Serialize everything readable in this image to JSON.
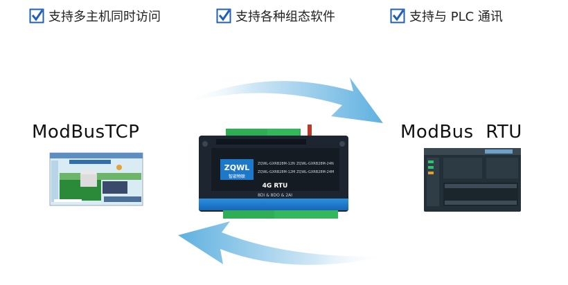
{
  "features": [
    {
      "label": "支持多主机同时访问"
    },
    {
      "label": "支持各种组态软件"
    },
    {
      "label": "支持与 PLC 通讯"
    }
  ],
  "left_label": "ModBusTCP",
  "right_label": "ModBus  RTU",
  "device": {
    "brand": "ZQWL",
    "brand_sub": "智嵌物联",
    "model": "4G RTU",
    "spec": "8DI & 8DO & 2AI",
    "variants": [
      "ZQWL-GXRB28M-12N",
      "ZQWL-GXRB28M-24N",
      "ZQWL-GXRB28M-12M",
      "ZQWL-GXRB28M-24M"
    ]
  },
  "colors": {
    "check_blue": "#1f5fb8",
    "arrow_blue": "#7ec3e6",
    "device_body": "#1c2530",
    "terminal_green": "#2fae55"
  }
}
